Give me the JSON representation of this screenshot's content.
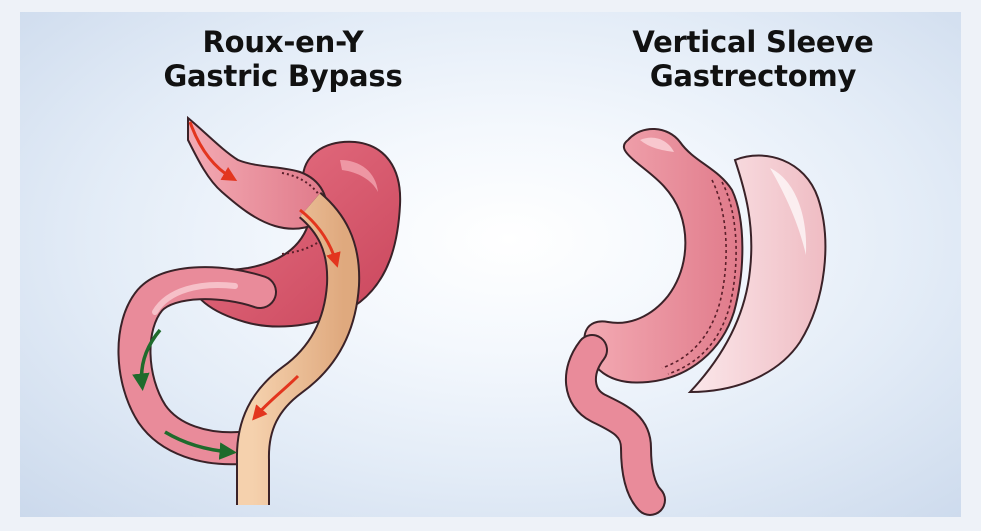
{
  "left_title": {
    "line1": "Roux-en-Y",
    "line2": "Gastric Bypass"
  },
  "right_title": {
    "line1": "Vertical Sleeve",
    "line2": "Gastrectomy"
  },
  "colors": {
    "stomach": "#d8566c",
    "stomach_light": "#ee9aa6",
    "intestine_tan": "#efc39a",
    "intestine_tan_dark": "#d9a57b",
    "removed_portion": "#f7d6da",
    "arrow_red": "#e3351e",
    "arrow_green": "#1f6b2c",
    "outline": "#3a2228"
  }
}
